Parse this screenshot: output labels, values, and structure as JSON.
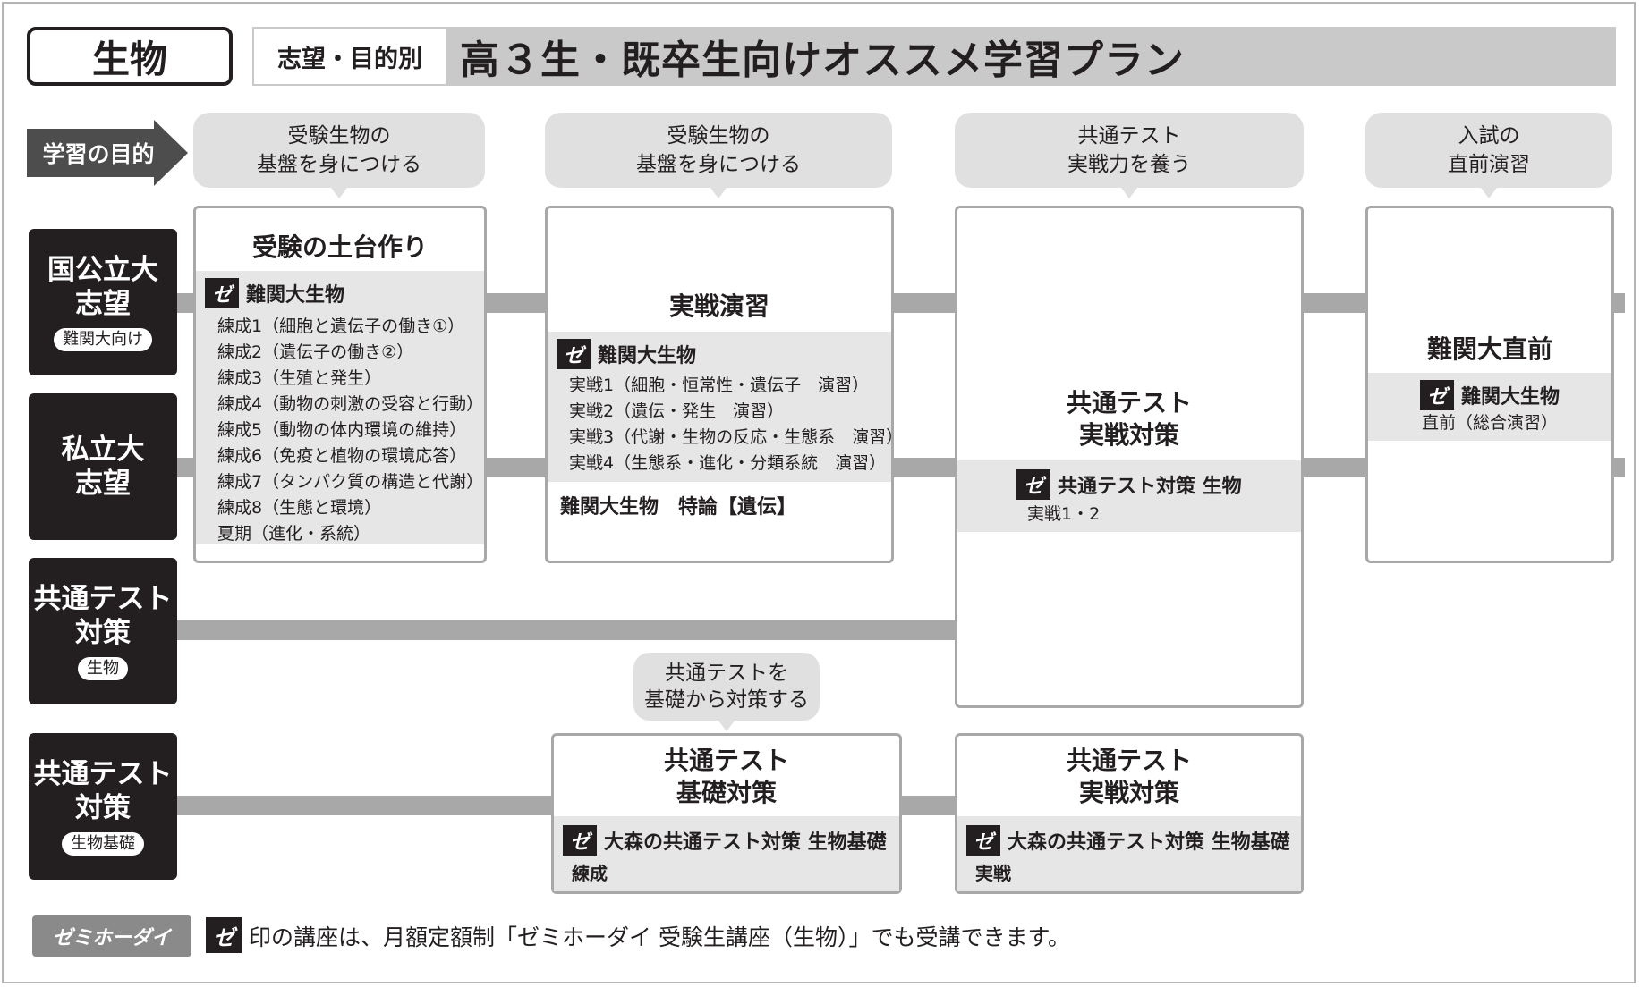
{
  "header": {
    "subject": "生物",
    "tag": "志望・目的別",
    "title": "高３生・既卒生向けオススメ学習プラン"
  },
  "purpose": {
    "label": "学習の目的",
    "bubbles": [
      {
        "line1": "受験生物の",
        "line2": "基盤を身につける"
      },
      {
        "line1": "受験生物の",
        "line2": "基盤を身につける"
      },
      {
        "line1": "共通テスト",
        "line2": "実戦力を養う"
      },
      {
        "line1": "入試の",
        "line2": "直前演習"
      }
    ],
    "bottom_bubble": {
      "line1": "共通テストを",
      "line2": "基礎から対策する"
    }
  },
  "row_labels": [
    {
      "line1": "国公立大",
      "line2": "志望",
      "pill": "難関大向け"
    },
    {
      "line1": "私立大",
      "line2": "志望",
      "pill": ""
    },
    {
      "line1": "共通テスト",
      "line2": "対策",
      "pill": "生物"
    },
    {
      "line1": "共通テスト",
      "line2": "対策",
      "pill": "生物基礎"
    }
  ],
  "icon_glyph": "ゼ",
  "boxes": {
    "foundation": {
      "title": "受験の土台作り",
      "course": "難関大生物",
      "items": [
        "練成1（細胞と遺伝子の働き①）",
        "練成2（遺伝子の働き②）",
        "練成3（生殖と発生）",
        "練成4（動物の刺激の受容と行動）",
        "練成5（動物の体内環境の維持）",
        "練成6（免疫と植物の環境応答）",
        "練成7（タンパク質の構造と代謝）",
        "練成8（生態と環境）",
        "夏期（進化・系統）"
      ]
    },
    "practice": {
      "title": "実戦演習",
      "course": "難関大生物",
      "items": [
        "実戦1（細胞・恒常性・遺伝子　演習）",
        "実戦2（遺伝・発生　演習）",
        "実戦3（代謝・生物の反応・生態系　演習）",
        "実戦4（生態系・進化・分類系統　演習）"
      ],
      "extra": "難関大生物　特論【遺伝】"
    },
    "common_bio": {
      "title1": "共通テスト",
      "title2": "実戦対策",
      "course": "共通テスト対策 生物",
      "sub": "実戦1・2"
    },
    "final": {
      "title": "難関大直前",
      "course": "難関大生物",
      "sub": "直前（総合演習）"
    },
    "basic_foundation": {
      "title1": "共通テスト",
      "title2": "基礎対策",
      "course": "大森の共通テスト対策 生物基礎",
      "sub": "練成"
    },
    "basic_practice": {
      "title1": "共通テスト",
      "title2": "実戦対策",
      "course": "大森の共通テスト対策 生物基礎",
      "sub": "実戦"
    }
  },
  "footer": {
    "logo": "ゼミホーダイ",
    "note": "印の講座は、月額定額制「ゼミホーダイ 受験生講座（生物）」でも受講できます。"
  }
}
